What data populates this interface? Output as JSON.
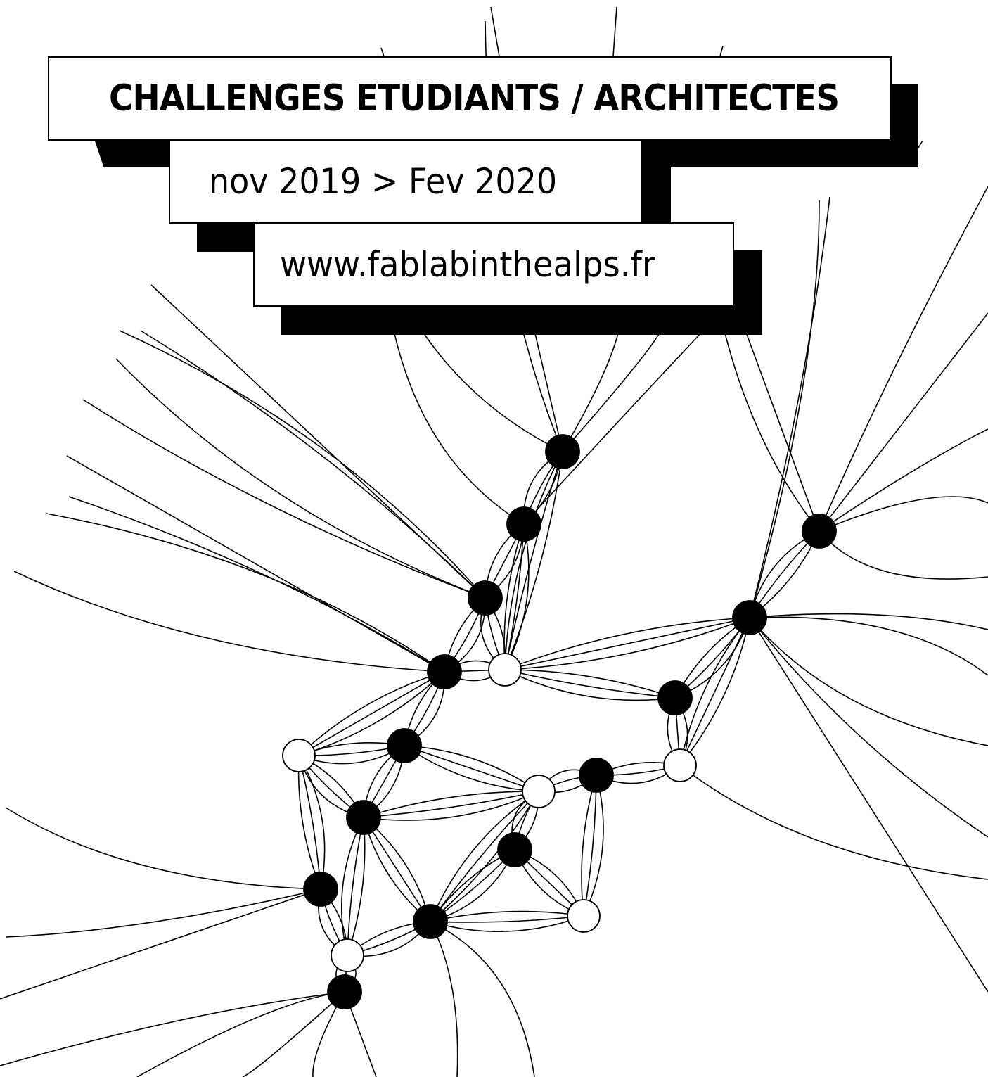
{
  "banner": {
    "title": "CHALLENGES ETUDIANTS / ARCHITECTES",
    "dates": "nov 2019 > Fev 2020",
    "website": "www.fablabinthealps.fr"
  },
  "illustration": {
    "description_icon": "node-network-graphic",
    "node_fill_black": "#000000",
    "node_fill_white": "#ffffff",
    "line_color": "#000000"
  }
}
